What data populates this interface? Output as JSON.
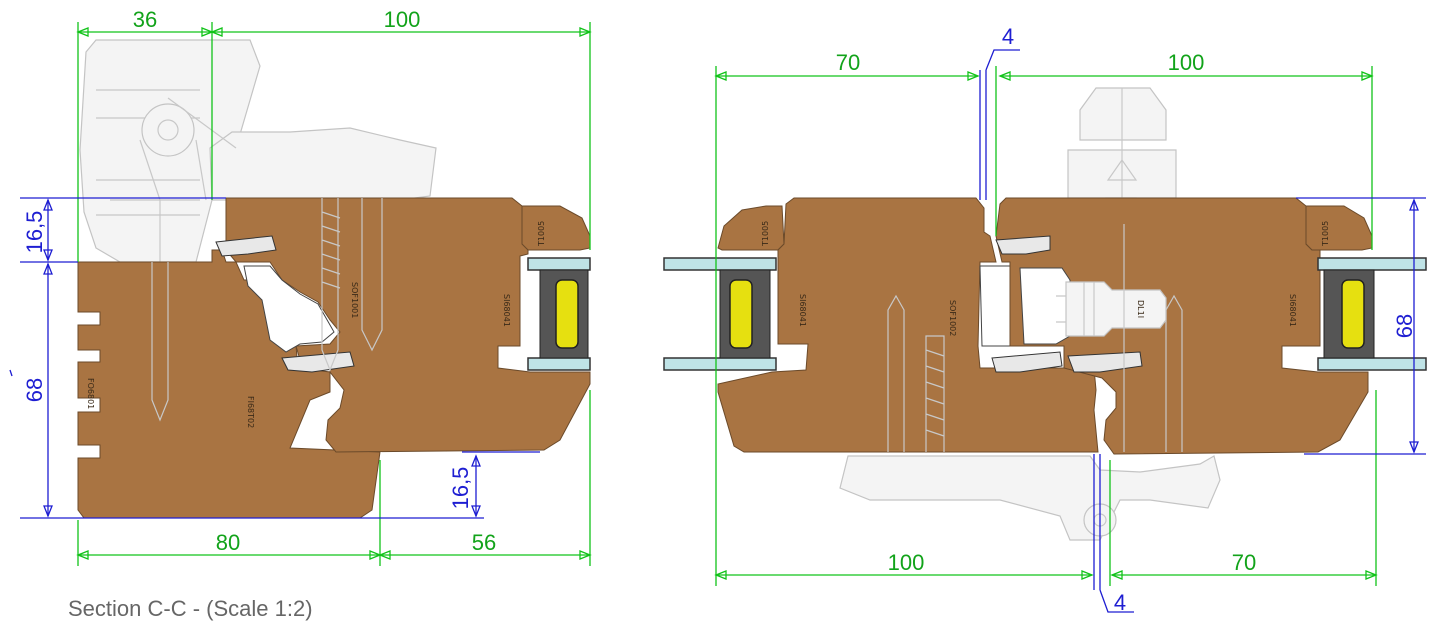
{
  "caption": "Section C-C - (Scale 1:2)",
  "colors": {
    "wood": "#a97442",
    "glass": "#bfe3e6",
    "gasket": "#555555",
    "spacer": "#e6e010",
    "dimension_green": "#12a31a",
    "dimension_blue": "#1e1ed2",
    "hardware_outline": "#c8c8c8"
  },
  "left_section": {
    "dims": {
      "top_left": "36",
      "top_right": "100",
      "side_top": "16,5",
      "side_main": "68",
      "bottom_left": "80",
      "bottom_right": "56",
      "middle_step": "16,5"
    },
    "part_labels": {
      "frame": "FO6801",
      "sash": "FI68T02",
      "hinge_profile": "SOF1001",
      "bead": "T1005",
      "glazing": "SI68041"
    }
  },
  "right_section": {
    "dims": {
      "top_left": "70",
      "top_gap": "4",
      "top_right": "100",
      "side": "68",
      "bottom_left": "100",
      "bottom_gap": "4",
      "bottom_right": "70"
    },
    "part_labels": {
      "bead_left": "T1005",
      "glazing_left": "SI68041",
      "profile": "SOF1002",
      "lock": "DL1I",
      "bead_right": "T1005",
      "glazing_right": "SI68041"
    }
  }
}
